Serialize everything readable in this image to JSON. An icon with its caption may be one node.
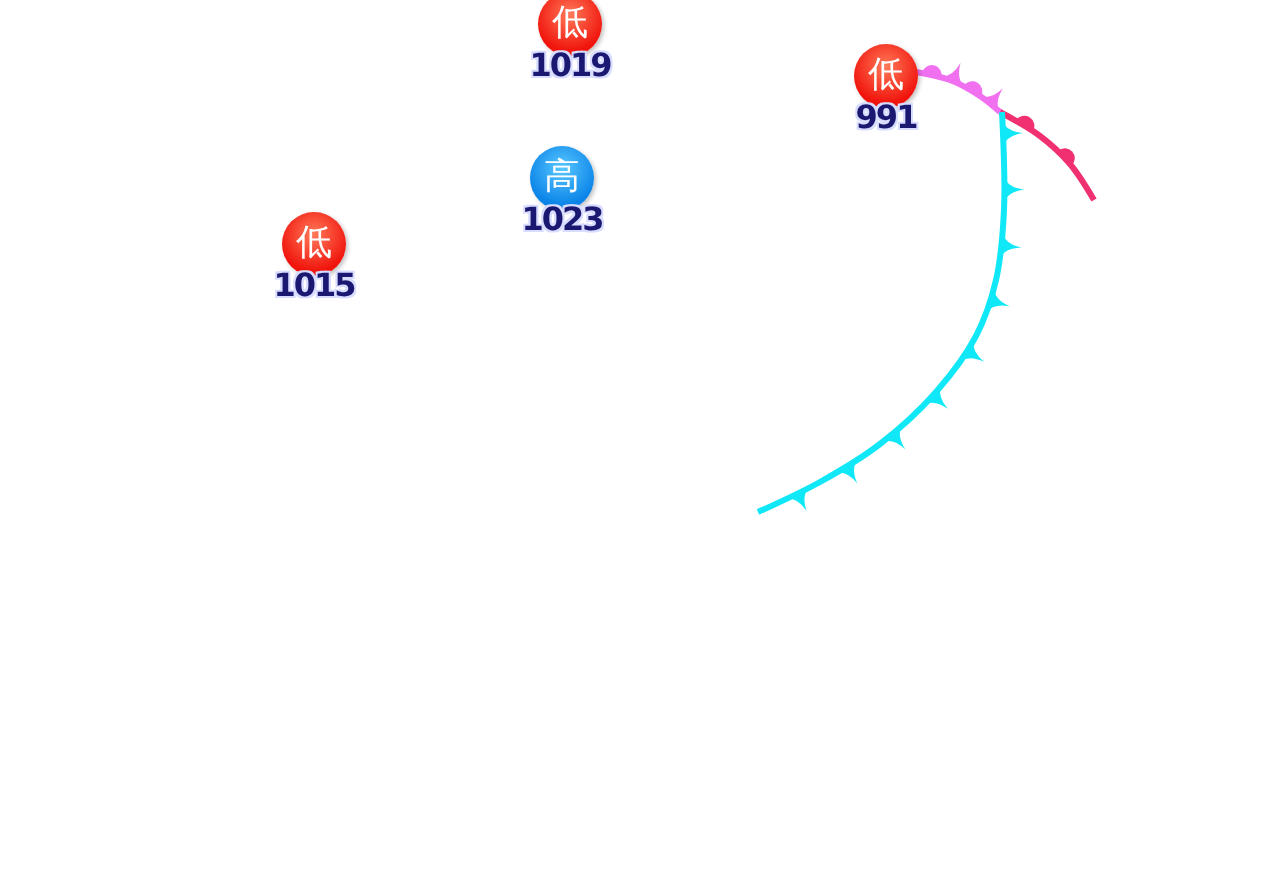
{
  "diagram": {
    "nodes": [
      {
        "text": [
          "低"
        ],
        "beside": [
          "1019"
        ]
      },
      {
        "text": [
          "低"
        ],
        "beside": [
          "991"
        ]
      },
      {
        "text": [
          "高"
        ],
        "beside": [
          "1023"
        ]
      },
      {
        "text": [
          "低"
        ],
        "beside": [
          "1015"
        ]
      }
    ],
    "edges": []
  }
}
